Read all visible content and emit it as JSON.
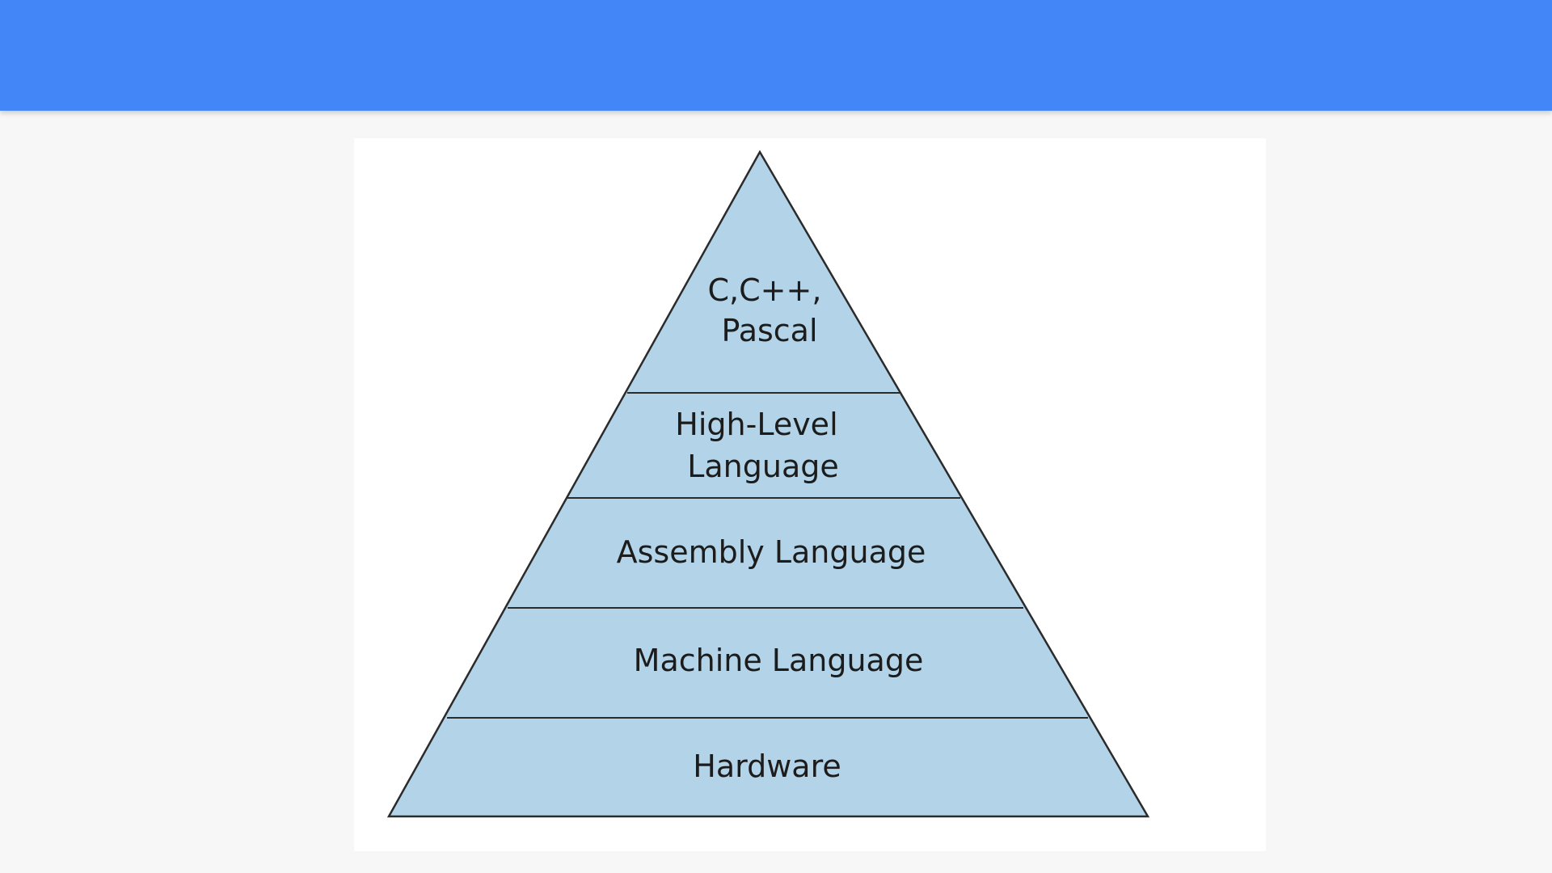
{
  "colors": {
    "header": "#4286f8",
    "pyramid_fill": "#b3d4e8",
    "outline": "#2b2b2b",
    "background": "#f7f7f7",
    "card": "#ffffff"
  },
  "pyramid": {
    "levels": [
      {
        "id": "top",
        "lines": [
          "C,C++,",
          "Pascal"
        ]
      },
      {
        "id": "high-level",
        "lines": [
          "High-Level",
          "Language"
        ]
      },
      {
        "id": "assembly",
        "lines": [
          "Assembly Language"
        ]
      },
      {
        "id": "machine",
        "lines": [
          "Machine Language"
        ]
      },
      {
        "id": "hardware",
        "lines": [
          "Hardware"
        ]
      }
    ]
  }
}
